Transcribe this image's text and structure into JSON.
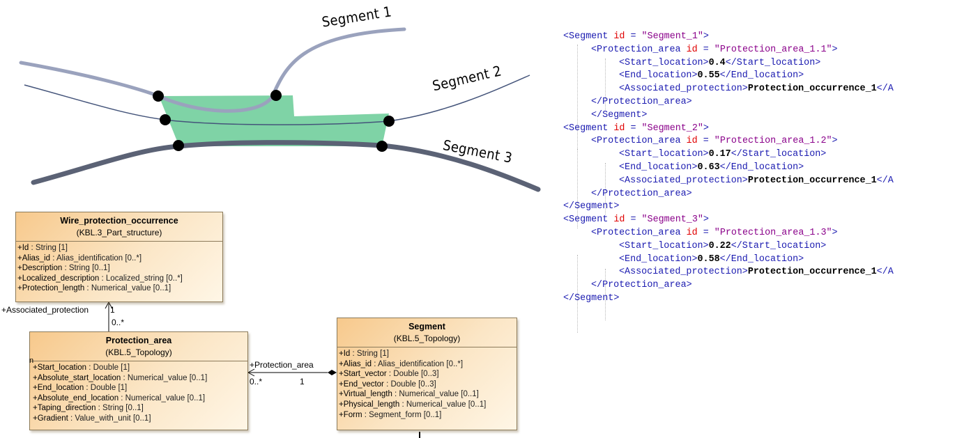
{
  "segment_labels": {
    "s1": "Segment 1",
    "s2": "Segment 2",
    "s3": "Segment 3"
  },
  "colors": {
    "segment1": "#9aa2bd",
    "segment2": "#44547a",
    "segment3": "#5b6275",
    "protection": "#7fd3a6",
    "xml_tag": "#1a1ab0",
    "xml_attr_name": "#e00000",
    "xml_attr_value": "#8a008a"
  },
  "uml": {
    "wire": {
      "name": "Wire_protection_occurrence",
      "package": "(KBL.3_Part_structure)",
      "attributes": [
        {
          "name": "+Id",
          "type": " : String [1]"
        },
        {
          "name": "+Alias_id",
          "type": " : Alias_identification [0..*]"
        },
        {
          "name": "+Description",
          "type": " : String [0..1]"
        },
        {
          "name": "+Localized_description",
          "type": " : Localized_string [0..*]"
        },
        {
          "name": "+Protection_length",
          "type": " : Numerical_value [0..1]"
        }
      ]
    },
    "protection": {
      "name": "Protection_area",
      "package": "(KBL.5_Topology)",
      "attributes": [
        {
          "name": "+Start_location",
          "type": " : Double [1]"
        },
        {
          "name": "+Absolute_start_location",
          "type": " : Numerical_value [0..1]"
        },
        {
          "name": "+End_location",
          "type": " : Double [1]"
        },
        {
          "name": "+Absolute_end_location",
          "type": " : Numerical_value [0..1]"
        },
        {
          "name": "+Taping_direction",
          "type": " : String [0..1]"
        },
        {
          "name": "+Gradient",
          "type": " : Value_with_unit [0..1]"
        }
      ]
    },
    "segment": {
      "name": "Segment",
      "package": "(KBL.5_Topology)",
      "attributes": [
        {
          "name": "+Id",
          "type": " : String [1]"
        },
        {
          "name": "+Alias_id",
          "type": " : Alias_identification [0..*]"
        },
        {
          "name": "+Start_vector",
          "type": " : Double [0..3]"
        },
        {
          "name": "+End_vector",
          "type": " : Double [0..3]"
        },
        {
          "name": "+Virtual_length",
          "type": " : Numerical_value [0..1]"
        },
        {
          "name": "+Physical_length",
          "type": " : Numerical_value [0..1]"
        },
        {
          "name": "+Form",
          "type": " : Segment_form [0..1]"
        }
      ]
    },
    "assoc": {
      "associated_protection": "+Associated_protection",
      "mult_one_top": "1",
      "mult_many_top": "0..*",
      "protection_area_role": "+Protection_area",
      "mult_many_left": "0..*",
      "mult_one_right": "1",
      "stray_mark": "n"
    }
  },
  "xml_lines": [
    {
      "indent": 0,
      "parts": [
        [
          "tg",
          "<Segment "
        ],
        [
          "an",
          "id"
        ],
        [
          "tg",
          " = "
        ],
        [
          "av",
          "\"Segment_1\""
        ],
        [
          "tg",
          ">"
        ]
      ]
    },
    {
      "indent": 1,
      "parts": [
        [
          "tg",
          "<Protection_area "
        ],
        [
          "an",
          "id"
        ],
        [
          "tg",
          " = "
        ],
        [
          "av",
          "\"Protection_area_1.1\""
        ],
        [
          "tg",
          ">"
        ]
      ]
    },
    {
      "indent": 2,
      "parts": [
        [
          "tg",
          "<Start_location>"
        ],
        [
          "tx",
          "0.4"
        ],
        [
          "tg",
          "</Start_location>"
        ]
      ]
    },
    {
      "indent": 2,
      "parts": [
        [
          "tg",
          "<End_location>"
        ],
        [
          "tx",
          "0.55"
        ],
        [
          "tg",
          "</End_location>"
        ]
      ]
    },
    {
      "indent": 2,
      "parts": [
        [
          "tg",
          "<Associated_protection>"
        ],
        [
          "tx",
          "Protection_occurrence_1"
        ],
        [
          "tg",
          "</A"
        ]
      ]
    },
    {
      "indent": 1,
      "parts": [
        [
          "tg",
          "</Protection_area>"
        ]
      ]
    },
    {
      "indent": 1,
      "parts": [
        [
          "tg",
          "</Segment>"
        ]
      ]
    },
    {
      "indent": 0,
      "parts": [
        [
          "tg",
          "<Segment "
        ],
        [
          "an",
          "id"
        ],
        [
          "tg",
          " = "
        ],
        [
          "av",
          "\"Segment_2\""
        ],
        [
          "tg",
          ">"
        ]
      ]
    },
    {
      "indent": 1,
      "parts": [
        [
          "tg",
          "<Protection_area "
        ],
        [
          "an",
          "id"
        ],
        [
          "tg",
          " = "
        ],
        [
          "av",
          "\"Protection_area_1.2\""
        ],
        [
          "tg",
          ">"
        ]
      ]
    },
    {
      "indent": 2,
      "parts": [
        [
          "tg",
          "<Start_location>"
        ],
        [
          "tx",
          "0.17"
        ],
        [
          "tg",
          "</Start_location>"
        ]
      ]
    },
    {
      "indent": 2,
      "parts": [
        [
          "tg",
          "<End_location>"
        ],
        [
          "tx",
          "0.63"
        ],
        [
          "tg",
          "</End_location>"
        ]
      ]
    },
    {
      "indent": 2,
      "parts": [
        [
          "tg",
          "<Associated_protection>"
        ],
        [
          "tx",
          "Protection_occurrence_1"
        ],
        [
          "tg",
          "</A"
        ]
      ]
    },
    {
      "indent": 1,
      "parts": [
        [
          "tg",
          "</Protection_area>"
        ]
      ]
    },
    {
      "indent": 0,
      "parts": [
        [
          "tg",
          "</Segment>"
        ]
      ]
    },
    {
      "indent": 0,
      "parts": [
        [
          "tg",
          "<Segment "
        ],
        [
          "an",
          "id"
        ],
        [
          "tg",
          " = "
        ],
        [
          "av",
          "\"Segment_3\""
        ],
        [
          "tg",
          ">"
        ]
      ]
    },
    {
      "indent": 1,
      "parts": [
        [
          "tg",
          "<Protection_area "
        ],
        [
          "an",
          "id"
        ],
        [
          "tg",
          " = "
        ],
        [
          "av",
          "\"Protection_area_1.3\""
        ],
        [
          "tg",
          ">"
        ]
      ]
    },
    {
      "indent": 2,
      "parts": [
        [
          "tg",
          "<Start_location>"
        ],
        [
          "tx",
          "0.22"
        ],
        [
          "tg",
          "</Start_location>"
        ]
      ]
    },
    {
      "indent": 2,
      "parts": [
        [
          "tg",
          "<End_location>"
        ],
        [
          "tx",
          "0.58"
        ],
        [
          "tg",
          "</End_location>"
        ]
      ]
    },
    {
      "indent": 2,
      "parts": [
        [
          "tg",
          "<Associated_protection>"
        ],
        [
          "tx",
          "Protection_occurrence_1"
        ],
        [
          "tg",
          "</A"
        ]
      ]
    },
    {
      "indent": 1,
      "parts": [
        [
          "tg",
          "</Protection_area>"
        ]
      ]
    },
    {
      "indent": 0,
      "parts": [
        [
          "tg",
          "</Segment>"
        ]
      ]
    }
  ]
}
